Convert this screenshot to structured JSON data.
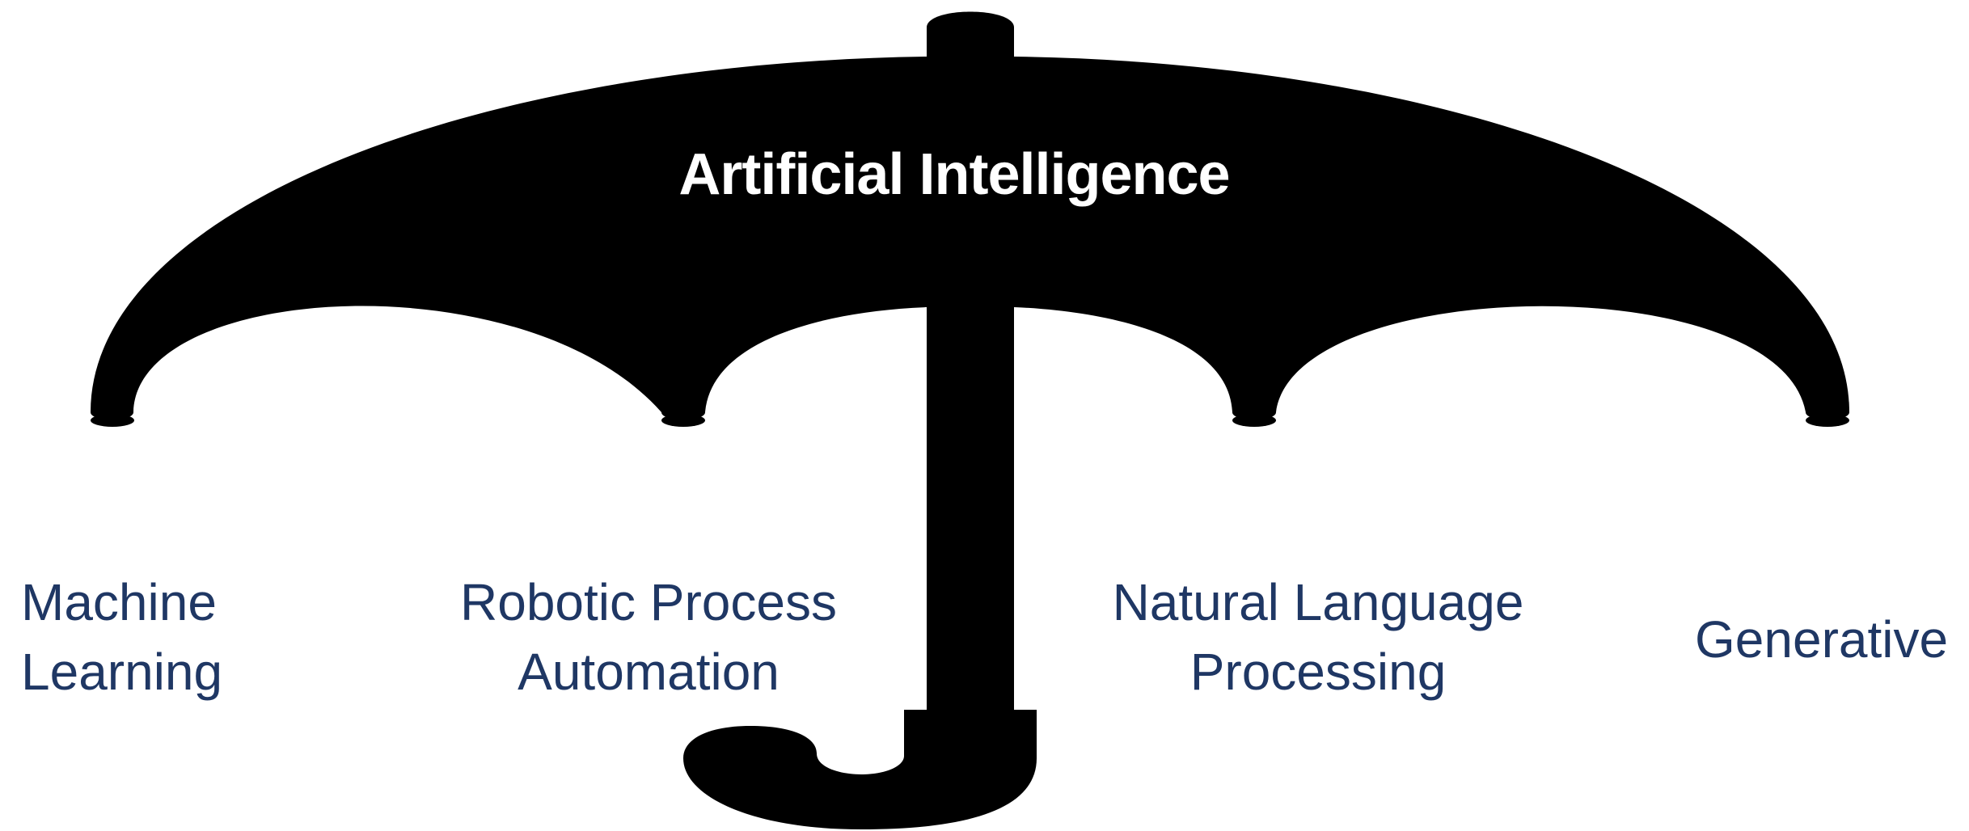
{
  "title": "Artificial Intelligence",
  "categories": [
    {
      "id": "ml",
      "lines": [
        "Machine",
        "Learning"
      ]
    },
    {
      "id": "rpa",
      "lines": [
        "Robotic Process",
        "Automation"
      ]
    },
    {
      "id": "nlp",
      "lines": [
        "Natural Language",
        "Processing"
      ]
    },
    {
      "id": "gen",
      "lines": [
        "Generative"
      ]
    }
  ],
  "colors": {
    "umbrella": "#000000",
    "title_text": "#ffffff",
    "category_text": "#1f3764"
  }
}
